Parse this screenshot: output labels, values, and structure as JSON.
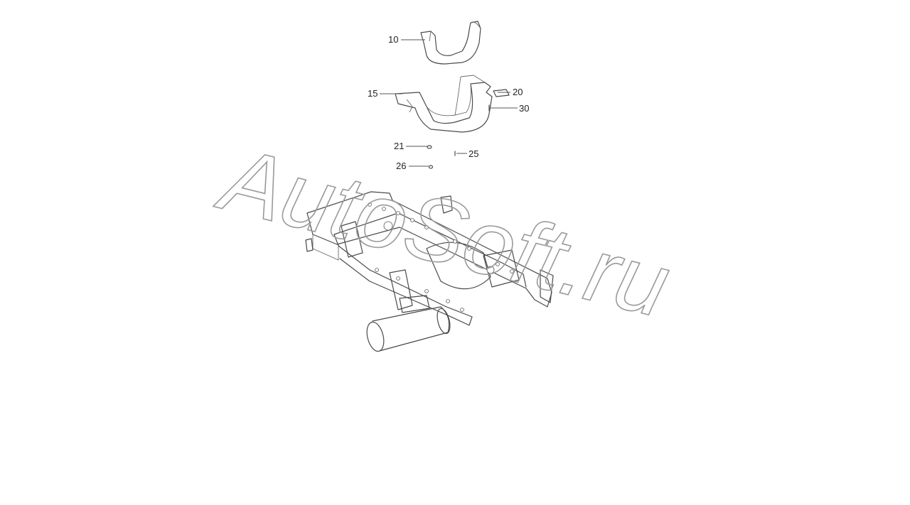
{
  "watermark": "AutoSoft.ru",
  "callouts": [
    "10",
    "15",
    "20",
    "30",
    "21",
    "25",
    "26"
  ],
  "colors": {
    "line": "#4a4a4a",
    "watermark": "#9a9a9a",
    "text": "#222222"
  }
}
